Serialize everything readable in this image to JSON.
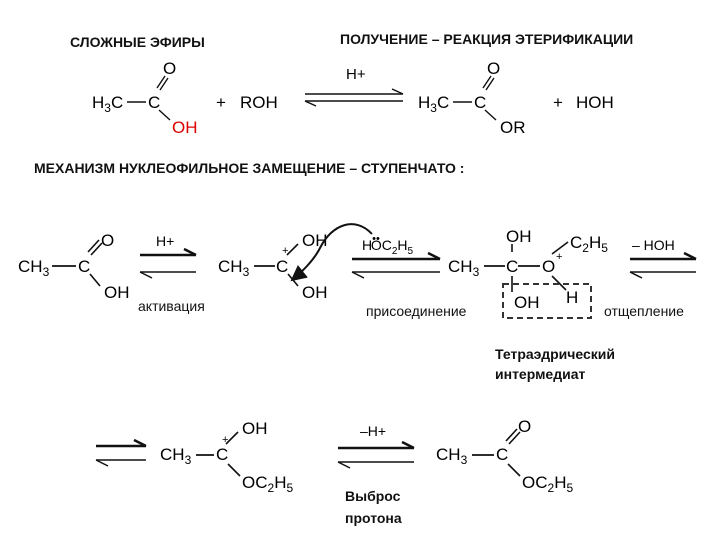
{
  "headers": {
    "esters": "СЛОЖНЫЕ ЭФИРЫ",
    "preparation": "ПОЛУЧЕНИЕ – РЕАКЦИЯ ЭТЕРИФИКАЦИИ",
    "mechanism": "МЕХАНИЗМ НУКЛЕОФИЛЬНОЕ ЗАМЕЩЕНИЕ – СТУПЕНЧАТО :"
  },
  "labels": {
    "activation": "активация",
    "addition": "присоединение",
    "elimination": "отщепление",
    "tetrahedral_1": "Тетраэдрический",
    "tetrahedral_2": "интермедиат",
    "proton_1": "Выброс",
    "proton_2": "протона"
  },
  "equation": {
    "catalyst": "H+",
    "reagent": "ROH",
    "byproduct": "HOH",
    "acid_oh": "OH",
    "ester_or": "OR"
  },
  "mechanism": {
    "step1_reagent": "H+",
    "step2_reagent": "HOC2H5",
    "step3_reagent": "– HOH",
    "step4_reagent": "–H+"
  },
  "colors": {
    "text": "#111111",
    "accent_red": "#dd0000",
    "box": "#333333"
  }
}
